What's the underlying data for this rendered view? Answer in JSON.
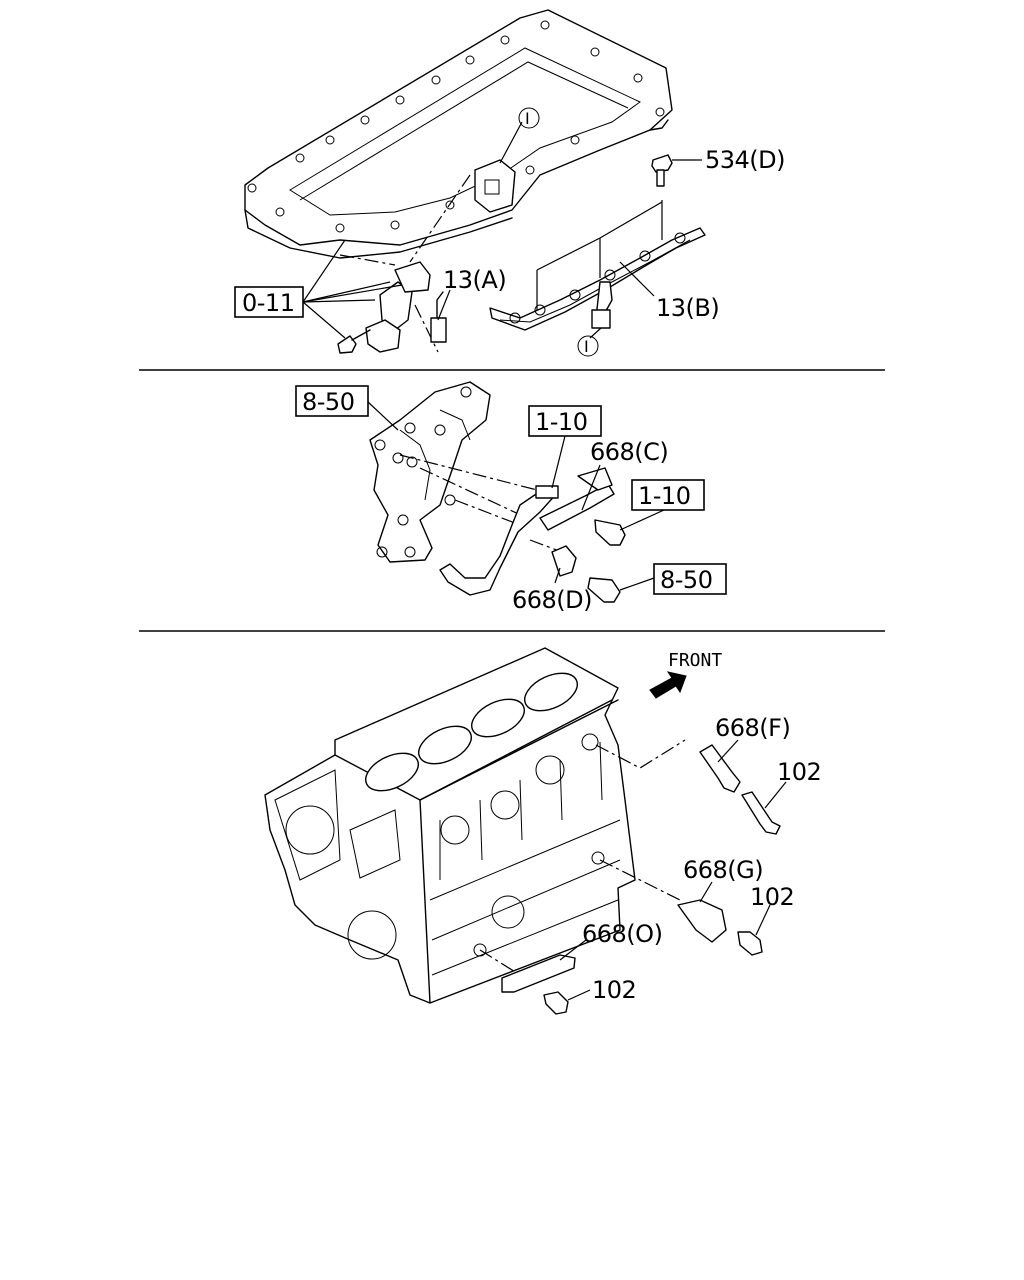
{
  "labels": {
    "ref_0_11": "0-11",
    "part_13a": "13(A)",
    "part_13b": "13(B)",
    "part_534d": "534(D)",
    "marker_top": "I",
    "marker_bottom": "I",
    "ref_8_50_top": "8-50",
    "ref_1_10_top": "1-10",
    "part_668c": "668(C)",
    "ref_1_10_right": "1-10",
    "part_668d": "668(D)",
    "ref_8_50_bottom": "8-50",
    "front": "FRONT",
    "part_668f": "668(F)",
    "part_102_top": "102",
    "part_668g": "668(G)",
    "part_102_mid": "102",
    "part_668o": "668(O)",
    "part_102_bottom": "102"
  }
}
